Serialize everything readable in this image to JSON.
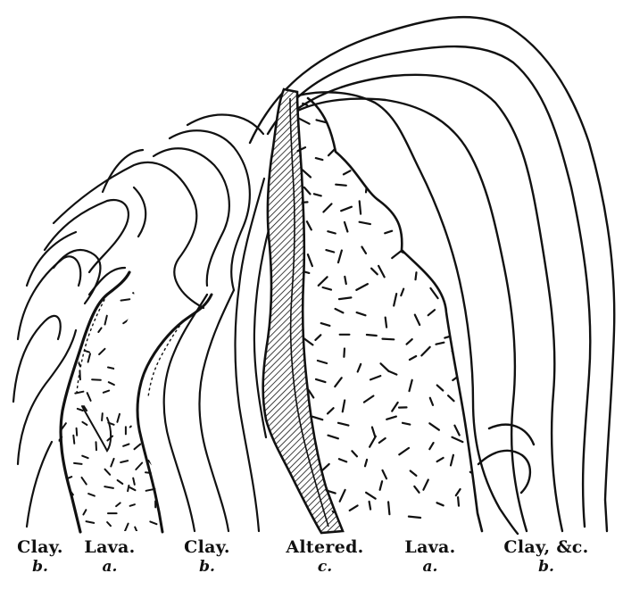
{
  "figure": {
    "ink_color": "#111111",
    "background_color": "#ffffff",
    "pattern_fill": "#ffffff"
  },
  "captions": [
    {
      "name": "Clay.",
      "letter": "b."
    },
    {
      "name": "Lava.",
      "letter": "a."
    },
    {
      "name": "Clay.",
      "letter": "b."
    },
    {
      "name": "Altered.",
      "letter": "c."
    },
    {
      "name": "Lava.",
      "letter": "a."
    },
    {
      "name": "Clay, &c.",
      "letter": "b."
    }
  ]
}
